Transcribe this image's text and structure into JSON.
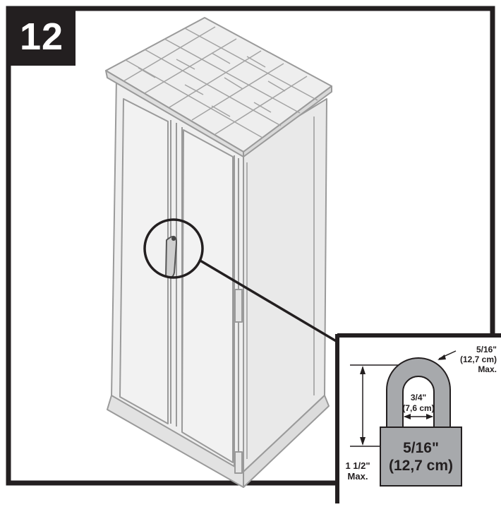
{
  "step": {
    "number": "12"
  },
  "detail": {
    "shackle_thickness_line1": "5/16\"",
    "shackle_thickness_line2": "(12,7 cm)",
    "shackle_thickness_line3": "Max.",
    "shackle_width_line1": "3/4\"",
    "shackle_width_line2": "(7,6 cm)",
    "shackle_height_line1": "1 1/2\"",
    "shackle_height_line2": "Max.",
    "body_label_line1": "5/16\"",
    "body_label_line2": "(12,7 cm)"
  },
  "colors": {
    "frame": "#231f20",
    "shed_fill": "#efefef",
    "shed_line": "#9a9a9a",
    "lock_fill": "#a7a9ac"
  },
  "icons": [
    "padlock-icon",
    "door-handle-icon",
    "magnifier-circle-icon"
  ]
}
